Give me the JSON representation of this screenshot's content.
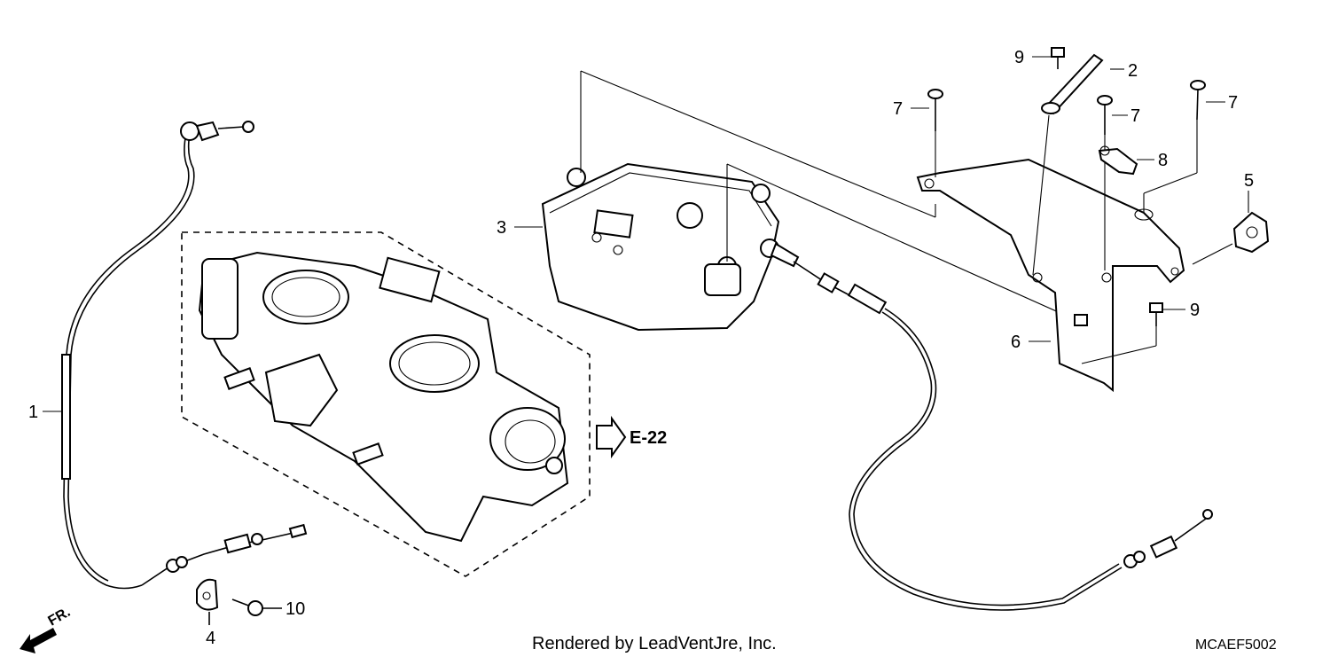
{
  "diagram": {
    "callouts": [
      {
        "id": "c1",
        "text": "1"
      },
      {
        "id": "c2",
        "text": "2"
      },
      {
        "id": "c3",
        "text": "3"
      },
      {
        "id": "c4",
        "text": "4"
      },
      {
        "id": "c5",
        "text": "5"
      },
      {
        "id": "c6",
        "text": "6"
      },
      {
        "id": "c7a",
        "text": "7"
      },
      {
        "id": "c7b",
        "text": "7"
      },
      {
        "id": "c7c",
        "text": "7"
      },
      {
        "id": "c8",
        "text": "8"
      },
      {
        "id": "c9a",
        "text": "9"
      },
      {
        "id": "c9b",
        "text": "9"
      },
      {
        "id": "c10",
        "text": "10"
      }
    ],
    "reference": "E-22",
    "front_marker": "FR.",
    "credit": "Rendered by LeadVentJre, Inc.",
    "code": "MCAEF5002"
  }
}
